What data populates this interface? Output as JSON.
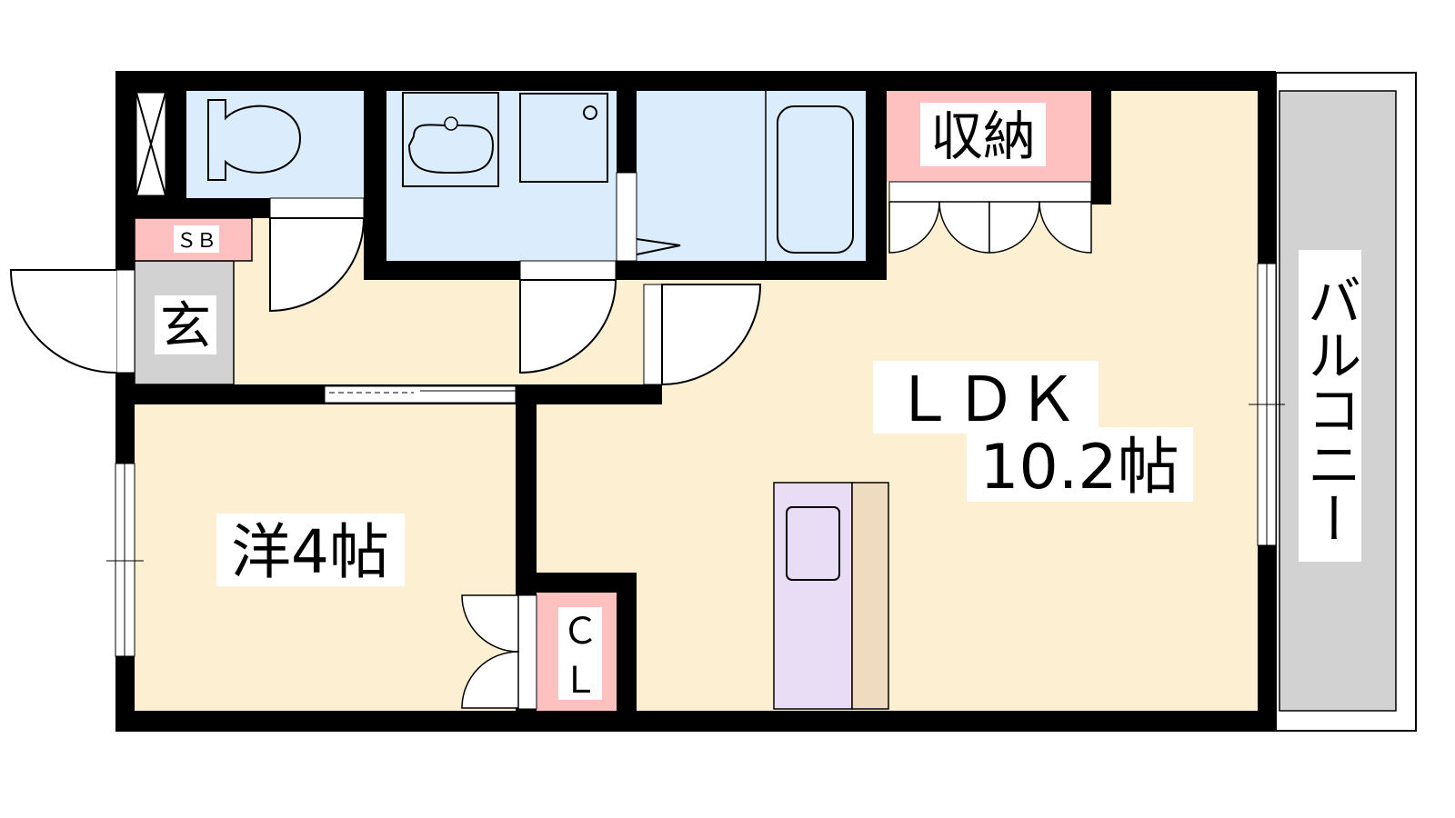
{
  "rooms": {
    "storage": "収納",
    "entrance": "玄",
    "shoe_box": "ＳＢ",
    "western_room": "洋4帖",
    "ldk": "ＬＤＫ",
    "ldk_size": "10.2帖",
    "closet_1": "Ｃ",
    "closet_2": "Ｌ",
    "balcony": "バルコニー"
  },
  "colors": {
    "wet_area": "#dbecfd",
    "living": "#fdf0d2",
    "storage": "#ffc0c0",
    "entrance": "#d2d2d2",
    "kitchen": "#e9dcf5",
    "counter": "#efdcc0"
  }
}
